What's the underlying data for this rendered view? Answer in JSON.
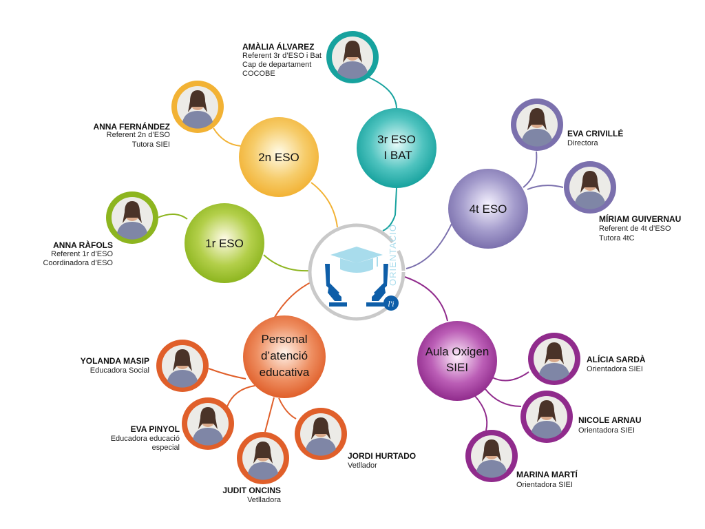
{
  "center": {
    "label": "ORIENTACIÓ",
    "brand": "l'i"
  },
  "colors": {
    "green": "#8db51f",
    "yellow": "#f2b234",
    "teal": "#17a29e",
    "purple": "#7b70ad",
    "magenta": "#902b8c",
    "orange": "#e05f2a",
    "blue": "#0e5ea8",
    "lightblue": "#a8dcec"
  },
  "groups": {
    "g1": "1r ESO",
    "g2": "2n ESO",
    "g3": [
      "3r ESO",
      "I BAT"
    ],
    "g4": "4t ESO",
    "g5": [
      "Aula Oxigen",
      "SIEI"
    ],
    "g6": [
      "Personal",
      "d’atenció",
      "educativa"
    ]
  },
  "people": {
    "amalia": {
      "name": "AMÀLIA ÁLVAREZ",
      "roles": [
        "Referent 3r d’ESO i Bat",
        "Cap de departament",
        "COCOBE"
      ]
    },
    "annaf": {
      "name": "ANNA FERNÁNDEZ",
      "roles": [
        "Referent 2n d’ESO",
        "Tutora SIEI"
      ]
    },
    "annar": {
      "name": "ANNA RÀFOLS",
      "roles": [
        "Referent 1r d’ESO",
        "Coordinadora  d’ESO"
      ]
    },
    "evac": {
      "name": "EVA CRIVILLÉ",
      "roles": [
        "Directora"
      ]
    },
    "miriam": {
      "name": "MÍRIAM GUIVERNAU",
      "roles": [
        "Referent de 4t d’ESO",
        "Tutora 4tC"
      ]
    },
    "yolanda": {
      "name": "YOLANDA MASIP",
      "roles": [
        "Educadora Social"
      ]
    },
    "evap": {
      "name": "EVA PINYOL",
      "roles": [
        "Educadora educació",
        "especial"
      ]
    },
    "judit": {
      "name": "JUDIT ONCINS",
      "roles": [
        "Vetlladora"
      ]
    },
    "jordi": {
      "name": "JORDI HURTADO",
      "roles": [
        "Vetllador"
      ]
    },
    "alicia": {
      "name": "ALÍCIA SARDÀ",
      "roles": [
        "Orientadora SIEI"
      ]
    },
    "nicole": {
      "name": "NICOLE ARNAU",
      "roles": [
        "Orientadora SIEI"
      ]
    },
    "marina": {
      "name": "MARINA MARTÍ",
      "roles": [
        "Orientadora SIEI"
      ]
    }
  }
}
